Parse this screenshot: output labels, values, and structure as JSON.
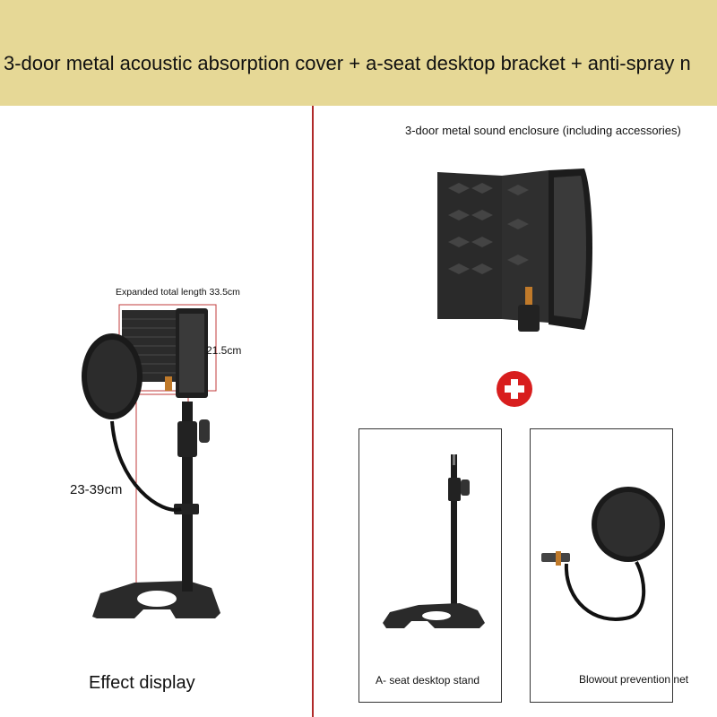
{
  "banner": {
    "title": "3-door metal acoustic absorption cover + a-seat desktop bracket + anti-spray n"
  },
  "left_panel": {
    "expanded_length_label": "Expanded total length 33.5cm",
    "height_label": "21.5cm",
    "range_label": "23-39cm",
    "caption": "Effect display"
  },
  "right_panel": {
    "enclosure_caption": "3-door metal sound enclosure (including accessories)",
    "stand_caption": "A- seat desktop stand",
    "filter_caption": "Blowout prevention net"
  },
  "colors": {
    "banner": "#e6d896",
    "divider": "#b02a2a",
    "plus_icon": "#d81e1e"
  },
  "icons": [
    "plus-icon"
  ]
}
